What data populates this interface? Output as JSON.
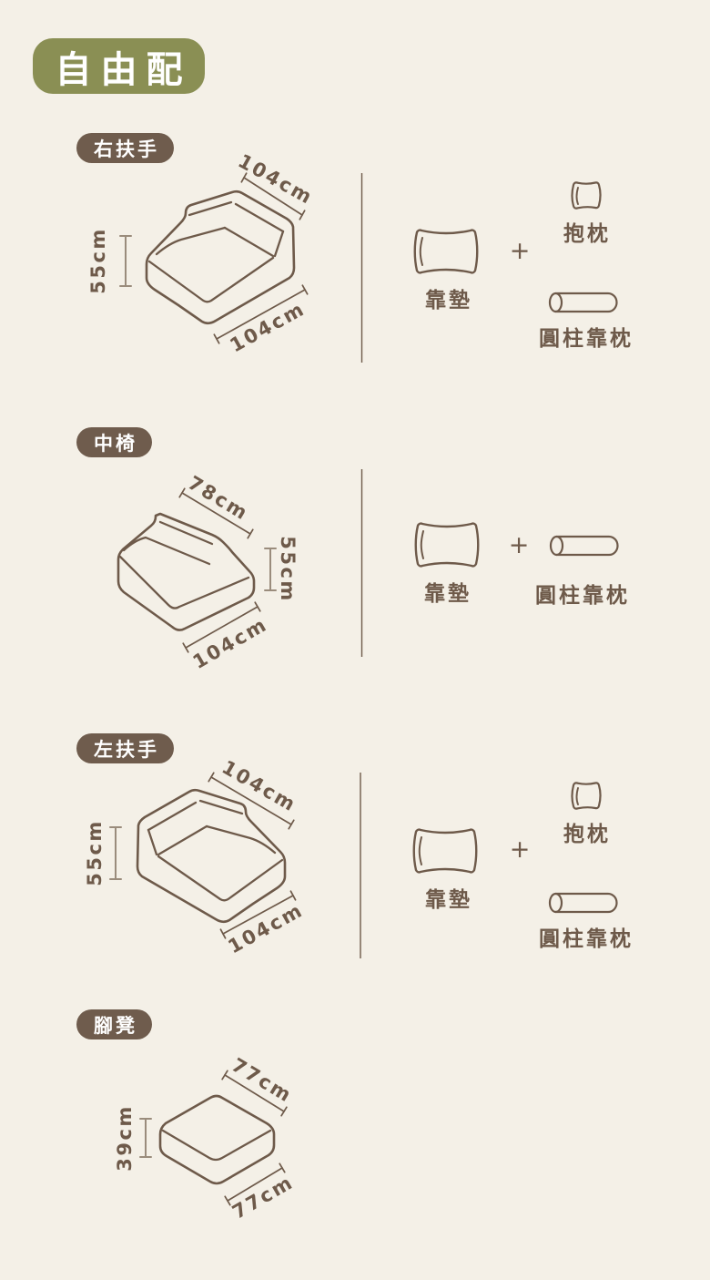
{
  "header": {
    "title": "自由配"
  },
  "palette": {
    "background": "#f4f0e7",
    "line": "#6e5a4a",
    "measure_line": "#9a8c7c",
    "badge_olive": "#8a8f54",
    "pill_brown": "#6f5c4d"
  },
  "sections": [
    {
      "id": "right-armrest",
      "label": "右扶手",
      "dims": {
        "top": "104cm",
        "side": "55cm",
        "bottom": "104cm"
      },
      "plus": "+",
      "accessories": {
        "cushion": {
          "icon": "cushion-icon",
          "label": "靠墊"
        },
        "pillow": {
          "icon": "pillow-icon",
          "label": "抱枕"
        },
        "cylinder": {
          "icon": "cylinder-icon",
          "label": "圓柱靠枕"
        }
      }
    },
    {
      "id": "middle-chair",
      "label": "中椅",
      "dims": {
        "top": "78cm",
        "side": "55cm",
        "bottom": "104cm"
      },
      "plus": "+",
      "accessories": {
        "cushion": {
          "icon": "cushion-icon",
          "label": "靠墊"
        },
        "cylinder": {
          "icon": "cylinder-icon",
          "label": "圓柱靠枕"
        }
      }
    },
    {
      "id": "left-armrest",
      "label": "左扶手",
      "dims": {
        "top": "104cm",
        "side": "55cm",
        "bottom": "104cm"
      },
      "plus": "+",
      "accessories": {
        "cushion": {
          "icon": "cushion-icon",
          "label": "靠墊"
        },
        "pillow": {
          "icon": "pillow-icon",
          "label": "抱枕"
        },
        "cylinder": {
          "icon": "cylinder-icon",
          "label": "圓柱靠枕"
        }
      }
    },
    {
      "id": "footstool",
      "label": "腳凳",
      "dims": {
        "top": "77cm",
        "side": "39cm",
        "bottom": "77cm"
      }
    }
  ]
}
